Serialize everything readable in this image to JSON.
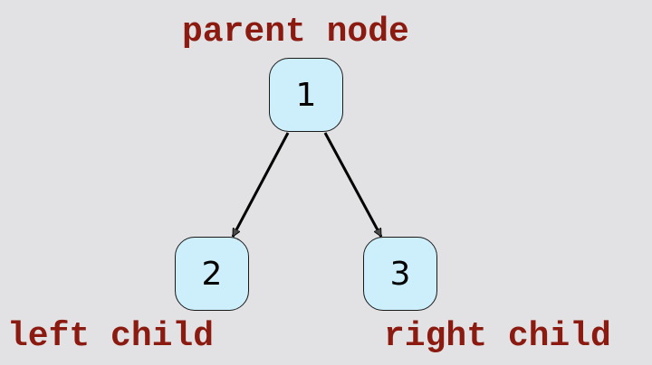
{
  "diagram": {
    "type": "binary-tree",
    "captions": {
      "parent": "parent node",
      "left": "left child",
      "right": "right child"
    },
    "nodes": [
      {
        "id": "1",
        "label": "1",
        "role": "parent"
      },
      {
        "id": "2",
        "label": "2",
        "role": "left-child"
      },
      {
        "id": "3",
        "label": "3",
        "role": "right-child"
      }
    ],
    "edges": [
      {
        "from": "1",
        "to": "2",
        "directed": true
      },
      {
        "from": "1",
        "to": "3",
        "directed": true
      }
    ],
    "colors": {
      "background": "#e2e1e4",
      "node_fill": "#cdeffc",
      "node_border": "#1a1a1a",
      "caption_text": "#8b1a10",
      "edge": "#000000",
      "arrowhead": "#4a4a4a"
    }
  }
}
